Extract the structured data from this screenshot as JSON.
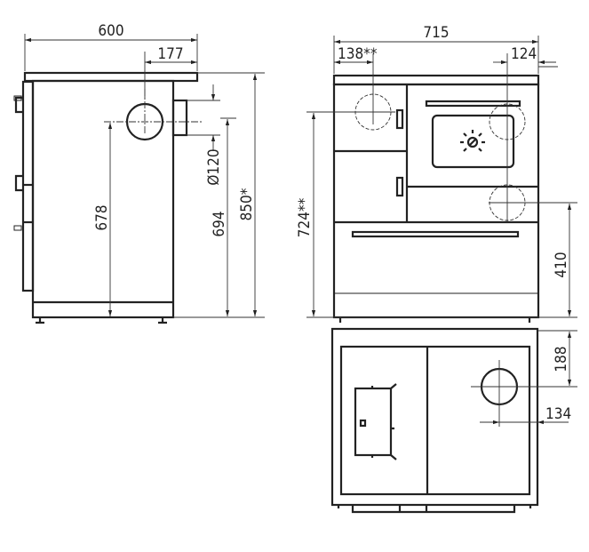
{
  "side_view": {
    "width": "600",
    "flue_offset": "177",
    "flue_diameter": "Ø120",
    "flue_height_center": "678",
    "flue_height_outlet": "694",
    "total_height": "850*"
  },
  "front_view": {
    "width": "715",
    "left_flue_offset": "138**",
    "right_flue_offset": "124",
    "flue_height": "724**",
    "rear_flue_height": "410"
  },
  "top_view": {
    "flue_depth": "188",
    "flue_side_offset": "134"
  },
  "icons": {
    "oven_thermometer": "sun-icon"
  },
  "colors": {
    "line": "#222222",
    "background": "#ffffff"
  }
}
